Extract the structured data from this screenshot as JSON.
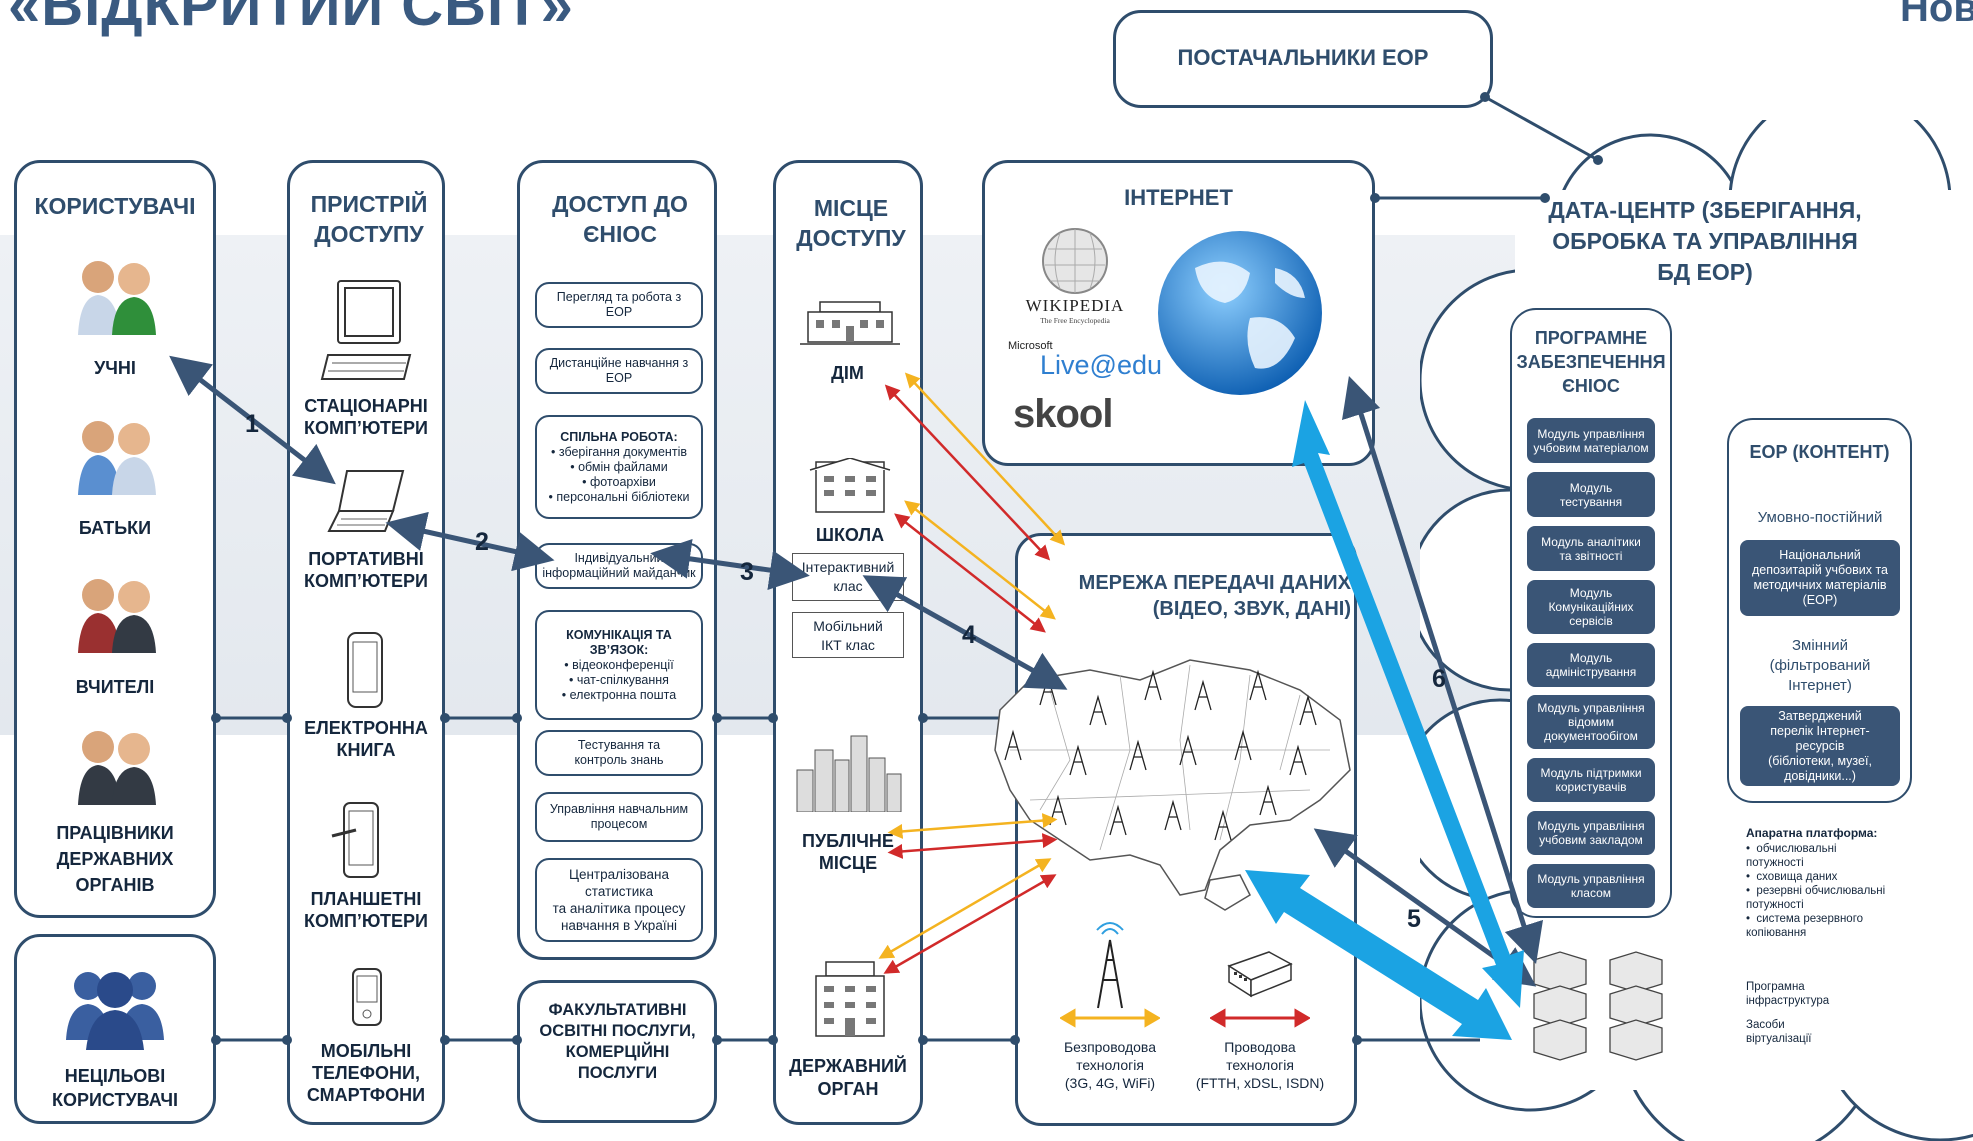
{
  "page": {
    "title": "«ВІДКРИТИЙ СВІТ»",
    "corner_text": "Ново"
  },
  "providers": {
    "label": "ПОСТАЧАЛЬНИКИ ЕОР"
  },
  "users": {
    "header": "КОРИСТУВАЧІ",
    "items": [
      "УЧНІ",
      "БАТЬКИ",
      "ВЧИТЕЛІ",
      "ПРАЦІВНИКИ ДЕРЖАВНИХ ОРГАНІВ"
    ],
    "non_target": "НЕЦІЛЬОВІ КОРИСТУВАЧІ"
  },
  "devices": {
    "header": "ПРИСТРІЙ ДОСТУПУ",
    "items": [
      "СТАЦІОНАРНІ КОМП’ЮТЕРИ",
      "ПОРТАТИВНІ КОМП’ЮТЕРИ",
      "ЕЛЕКТРОННА КНИГА",
      "ПЛАНШЕТНІ КОМП’ЮТЕРИ",
      "МОБІЛЬНІ ТЕЛЕФОНИ, СМАРТФОНИ"
    ]
  },
  "access": {
    "header": "ДОСТУП ДО ЄНІОС",
    "view": "Перегляд та робота з\nЕОР",
    "distance": "Дистанційне навчання з\nЕОР",
    "collab_title": "СПІЛЬНА РОБОТА:",
    "collab_items": [
      "• зберігання документів",
      "• обмін файлами",
      "• фотоархіви",
      "• персональні бібліотеки"
    ],
    "personal": "Індивідуальний\nінформаційний майданчик",
    "comm_title": "КОМУНІКАЦІЯ ТА ЗВ’ЯЗОК:",
    "comm_items": [
      "• відеоконференції",
      "• чат-спілкування",
      "• електронна пошта"
    ],
    "testing": "Тестування та\nконтроль знань",
    "management": "Управління навчальним\nпроцесом",
    "stats": "Централізована\nстатистика\nта аналітика процесу\nнавчання в Україні",
    "optional": "ФАКУЛЬТАТИВНІ ОСВІТНІ ПОСЛУГИ, КОМЕРЦІЙНІ ПОСЛУГИ"
  },
  "places": {
    "header": "МІСЦЕ ДОСТУПУ",
    "home": "ДІМ",
    "school": "ШКОЛА",
    "interactive": "Інтерактивний\nклас",
    "mobile_class": "Мобільний\nІКТ клас",
    "public": "ПУБЛІЧНЕ МІСЦЕ",
    "gov": "ДЕРЖАВНИЙ ОРГАН"
  },
  "internet": {
    "header": "ІНТЕРНЕТ",
    "wikipedia": "WIKIPEDIA",
    "wiki_sub": "The Free Encyclopedia",
    "microsoft": "Microsoft",
    "live": "Live@edu",
    "skool": "skool"
  },
  "network": {
    "header": "МЕРЕЖА ПЕРЕДАЧІ  ДАНИХ (ВІДЕО, ЗВУК, ДАНІ)",
    "wireless": "Безпроводова\nтехнологія\n(3G, 4G, WiFi)",
    "wired": "Проводова\nтехнологія\n(FTTH, xDSL, ISDN)"
  },
  "datacenter": {
    "header": "ДАТА-ЦЕНТР (ЗБЕРІГАННЯ, ОБРОБКА ТА УПРАВЛІННЯ БД ЕОР)",
    "software_header": "ПРОГРАМНЕ ЗАБЕЗПЕЧЕННЯ ЄНІОС",
    "modules": [
      "Модуль управління\nучбовим матеріалом",
      "Модуль\nтестування",
      "Модуль аналітики\nта звітності",
      "Модуль\nКомунікаційних\nсервісів",
      "Модуль\nадміністрування",
      "Модуль управління\nвідомим\nдокументообігом",
      "Модуль підтримки\nкористувачів",
      "Модуль управління\nучбовим закладом",
      "Модуль управління\nкласом"
    ],
    "eor_header": "ЕОР (КОНТЕНТ)",
    "permanent_label": "Умовно-постійний",
    "permanent_box": "Національний\nдепозитарій учбових та\nметодичних матеріалів\n(ЕОР)",
    "variable_label": "Змінний\n(фільтрований\nІнтернет)",
    "variable_box": "Затверджений\nперелік Інтернет-ресурсів\n(бібліотеки, музеї,\nдовідники...)",
    "hw_title": "Апаратна платформа:",
    "hw_items": [
      "обчислювальні потужності",
      "сховища даних",
      "резервні обчислювальні потужності",
      "система резервного копіювання"
    ],
    "program_infra": "Програмна\nінфраструктура",
    "virtual": "Засоби\nвіртуалізації"
  },
  "arrows": {
    "n1": "1",
    "n2": "2",
    "n3": "3",
    "n4": "4",
    "n5": "5",
    "n6": "6"
  },
  "colors": {
    "frame": "#2f4d6c",
    "module": "#3a5576",
    "wireless": "#f4b320",
    "wired": "#d12a2a",
    "bigarrow": "#1ba3e3"
  }
}
